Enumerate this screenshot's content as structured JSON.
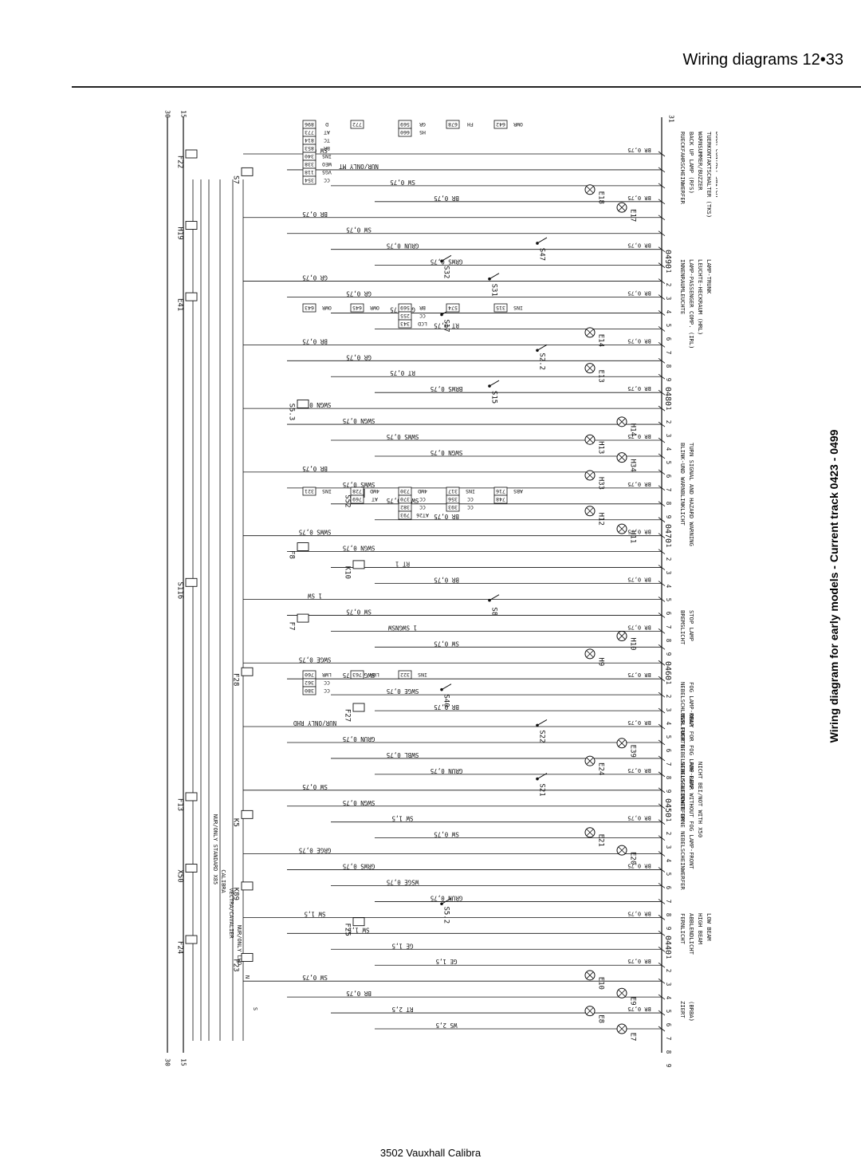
{
  "header": {
    "title": "Wiring diagrams  12•33"
  },
  "side_title": "Wiring diagram for early models - Current track 0423 - 0499",
  "footer": "3502 Vauxhall Calibra",
  "diagram": {
    "rails_top": [
      "30",
      "15"
    ],
    "rails_bottom": [
      "30",
      "15"
    ],
    "right_rail": "31",
    "wires": [
      "SW 0,75",
      "NUR/ONLY MT",
      "SW 0,75",
      "BR 0,75",
      "BR 0,75",
      "SW 0,75",
      "GRUN 0,75",
      "GRWS 0,75",
      "GR 0,75",
      "GR 0,75",
      "GR 0,75",
      "RT 0,75",
      "BR 0,75",
      "GR 0,75",
      "RT 0,75",
      "BRWS 0,75",
      "SWGN 0,75",
      "SWGN 0,75",
      "SWWS 0,75",
      "SWGN 0,75",
      "BR 0,75",
      "SWWS 0,75",
      "SWWS 0,75",
      "BR 0,75",
      "SWWS 0,75",
      "SWGN 0,75",
      "RT 1",
      "BR 0,75",
      "1 SW",
      "SW 0,75",
      "1 SWGNSW",
      "SW 0,75",
      "SWGE 0,75",
      "SWGE 0,75",
      "SWGE 0,75",
      "BR 0,75",
      "NUR/ONLY RHD",
      "GRUN 0,75",
      "SWBL 0,75",
      "GRUN 0,75",
      "SW 0,75",
      "SWGN 0,75",
      "SW 1,5",
      "SW 0,75",
      "GRGE 0,75",
      "GRWS 0,75",
      "WSGE 0,75",
      "GRUN 0,75",
      "SW 1,5",
      "SW 1,5",
      "GE 1,5",
      "GE 1,5",
      "SW 0,75",
      "BR 0,75",
      "RT 2,5",
      "WS 2,5"
    ],
    "components": [
      {
        "id": "F22",
        "row": "top"
      },
      {
        "id": "S7",
        "row": "top"
      },
      {
        "id": "E18",
        "row": "lamp"
      },
      {
        "id": "E17",
        "row": "lamp"
      },
      {
        "id": "H19",
        "row": "top"
      },
      {
        "id": "S47",
        "row": "switch"
      },
      {
        "id": "S32",
        "row": "switch"
      },
      {
        "id": "S31",
        "row": "switch"
      },
      {
        "id": "E41",
        "row": "top"
      },
      {
        "id": "S17",
        "row": "switch"
      },
      {
        "id": "E14",
        "row": "lamp"
      },
      {
        "id": "S2.2",
        "row": "switch"
      },
      {
        "id": "E13",
        "row": "lamp"
      },
      {
        "id": "S15",
        "row": "switch"
      },
      {
        "id": "S5.3",
        "row": "top"
      },
      {
        "id": "H14",
        "row": "lamp"
      },
      {
        "id": "H13",
        "row": "lamp"
      },
      {
        "id": "H34",
        "row": "lamp"
      },
      {
        "id": "H33",
        "row": "lamp"
      },
      {
        "id": "S52",
        "row": "top"
      },
      {
        "id": "H12",
        "row": "lamp"
      },
      {
        "id": "H11",
        "row": "lamp"
      },
      {
        "id": "F8",
        "row": "top"
      },
      {
        "id": "K10",
        "row": "top"
      },
      {
        "id": "S116",
        "row": "top"
      },
      {
        "id": "S8",
        "row": "switch"
      },
      {
        "id": "F7",
        "row": "top"
      },
      {
        "id": "H10",
        "row": "lamp"
      },
      {
        "id": "H9",
        "row": "lamp"
      },
      {
        "id": "F28",
        "row": "top"
      },
      {
        "id": "S40",
        "row": "switch"
      },
      {
        "id": "F27",
        "row": "top"
      },
      {
        "id": "S22",
        "row": "switch"
      },
      {
        "id": "E39",
        "row": "lamp"
      },
      {
        "id": "E24",
        "row": "lamp"
      },
      {
        "id": "S21",
        "row": "switch"
      },
      {
        "id": "F13",
        "row": "top"
      },
      {
        "id": "K5",
        "row": "top"
      },
      {
        "id": "E21",
        "row": "lamp"
      },
      {
        "id": "E20",
        "row": "lamp"
      },
      {
        "id": "X50",
        "row": "top"
      },
      {
        "id": "K89",
        "row": "top"
      },
      {
        "id": "S5.2",
        "row": "switch"
      },
      {
        "id": "F25",
        "row": "top"
      },
      {
        "id": "F24",
        "row": "top"
      },
      {
        "id": "F23",
        "row": "top"
      },
      {
        "id": "E10",
        "row": "lamp"
      },
      {
        "id": "E9",
        "row": "lamp"
      },
      {
        "id": "E8",
        "row": "lamp"
      },
      {
        "id": "E7",
        "row": "lamp"
      }
    ],
    "track_numbers": [
      "0490",
      "0480",
      "0470",
      "0460",
      "0450",
      "0440"
    ],
    "captions": [
      [
        "RUECKFAHRSCHEINWERFER",
        "BACK UP LAMP  (RFS)",
        "WARNSUMMER/BUZZER",
        "TUERKONTAKTSCHALTER  (TKS)",
        "DOOR CONTACT SWITCH"
      ],
      [
        "INNENRAUMLEUCHTE",
        "LAMP-PASSENGER COMP. (IRL)",
        "LEUCHTE-HECKRAUM  (HRL)",
        "LAMP-TRUNK"
      ],
      [
        "BLINK-UND WARNBLINKLICHT",
        "TURN SIGNAL AND HAZARD WARNING"
      ],
      [
        "BREMSLICHT",
        "STOP LAMP"
      ],
      [
        "NEBELSCHLUSSLEUCHTE",
        "FOG LAMP-REAR"
      ],
      [
        "NUR FUER NEBELSCHLUSSLEUCHTE OHNE NEBELSCHEINWERFER",
        "ONLY FOR FOG LAMP-REAR WITHOUT FOG LAMP-FRONT"
      ],
      [
        "NEBELSCHEINWERFER",
        "FOG LAMP",
        "NICHT BEI/NOT WITH X50"
      ],
      [
        "FERNLICHT",
        "ABBLENDLICHT",
        "HIGH BEAM",
        "LOW BEAM"
      ],
      [
        "ZIERT",
        "(BRBA)"
      ]
    ],
    "code_boxes": [
      [
        "896 D",
        "773 AT",
        "814 TC",
        "853 BR",
        "340 INS",
        "338 WEO",
        "118 VGS",
        "354 CC"
      ],
      [
        "772"
      ],
      [
        "569 GR",
        "660 HS"
      ],
      [
        "678 FH"
      ],
      [
        "642 OWR"
      ],
      [
        "643 OWR"
      ],
      [
        "645 OWR"
      ],
      [
        "569 BR",
        "255 CC",
        "343 LCD"
      ],
      [
        "574"
      ],
      [
        "315 INS"
      ],
      [
        "321 INS"
      ],
      [
        "728 4WD",
        "769 AT"
      ],
      [
        "730 4WD",
        "370 CC",
        "382 CC",
        "793 AT26"
      ],
      [
        "317 INS",
        "356 CC",
        "393 CC"
      ],
      [
        "716 ABS",
        "748"
      ],
      [
        "760 LWR",
        "362 CC",
        "380 CC"
      ],
      [
        "763 LWR"
      ],
      [
        "322 INS"
      ]
    ],
    "other_labels": [
      "NUR/ONLY STANDARD X85",
      "CALIBRA",
      "VECTRA/CAVALIER",
      "NUR/ONLY LHD",
      "N",
      "S"
    ]
  }
}
